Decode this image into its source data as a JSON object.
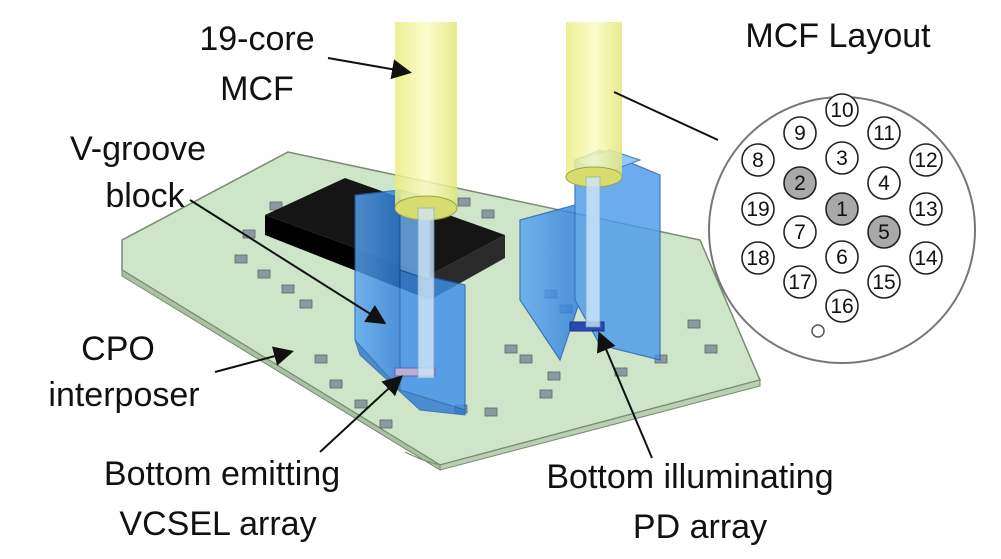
{
  "labels": {
    "fiber_line1": "19-core",
    "fiber_line2": "MCF",
    "vgroove_line1": "V-groove",
    "vgroove_line2": "block",
    "interposer_line1": "CPO",
    "interposer_line2": "interposer",
    "vcsel_line1": "Bottom emitting",
    "vcsel_line2": "VCSEL array",
    "pd_line1": "Bottom illuminating",
    "pd_line2": "PD array",
    "layout_title": "MCF Layout"
  },
  "cores": [
    {
      "id": "1",
      "highlighted": true
    },
    {
      "id": "2",
      "highlighted": true
    },
    {
      "id": "3",
      "highlighted": false
    },
    {
      "id": "4",
      "highlighted": false
    },
    {
      "id": "5",
      "highlighted": true
    },
    {
      "id": "6",
      "highlighted": false
    },
    {
      "id": "7",
      "highlighted": false
    },
    {
      "id": "8",
      "highlighted": false
    },
    {
      "id": "9",
      "highlighted": false
    },
    {
      "id": "10",
      "highlighted": false
    },
    {
      "id": "11",
      "highlighted": false
    },
    {
      "id": "12",
      "highlighted": false
    },
    {
      "id": "13",
      "highlighted": false
    },
    {
      "id": "14",
      "highlighted": false
    },
    {
      "id": "15",
      "highlighted": false
    },
    {
      "id": "16",
      "highlighted": false
    },
    {
      "id": "17",
      "highlighted": false
    },
    {
      "id": "18",
      "highlighted": false
    },
    {
      "id": "19",
      "highlighted": false
    }
  ],
  "colors": {
    "interposer": "#cfe5c9",
    "fiber": "#f3f59a",
    "vgroove": "#3d8ee8",
    "chip": "#151515",
    "highlight_core": "#a9a9a9",
    "core": "#ffffff"
  }
}
